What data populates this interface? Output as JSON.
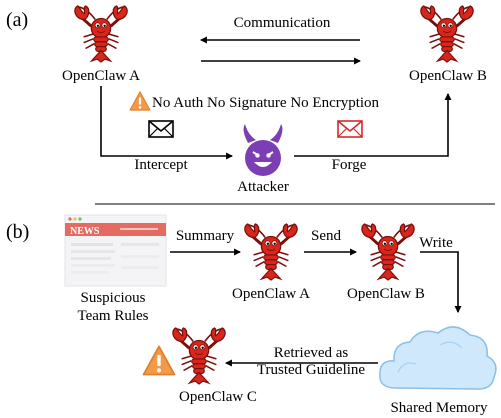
{
  "panel_a": {
    "label": "(a)",
    "node_a": "OpenClaw A",
    "node_b": "OpenClaw B",
    "communication": "Communication",
    "warning": "No Auth No Signature No Encryption",
    "intercept": "Intercept",
    "forge": "Forge",
    "attacker": "Attacker"
  },
  "panel_b": {
    "label": "(b)",
    "news_title": "NEWS",
    "source_line1": "Suspicious",
    "source_line2": "Team Rules",
    "summary": "Summary",
    "send": "Send",
    "write": "Write",
    "node_a": "OpenClaw A",
    "node_b": "OpenClaw B",
    "node_c": "OpenClaw C",
    "memory": "Shared Memory",
    "retrieved_line1": "Retrieved as",
    "retrieved_line2": "Trusted Guideline"
  },
  "colors": {
    "lobster": "#d8261c",
    "lobster_dark": "#7a0f0a",
    "warning": "#f29a4a",
    "attacker": "#7b3fb3",
    "envelope_red": "#d42a2a",
    "cloud": "#cfe8fb"
  }
}
